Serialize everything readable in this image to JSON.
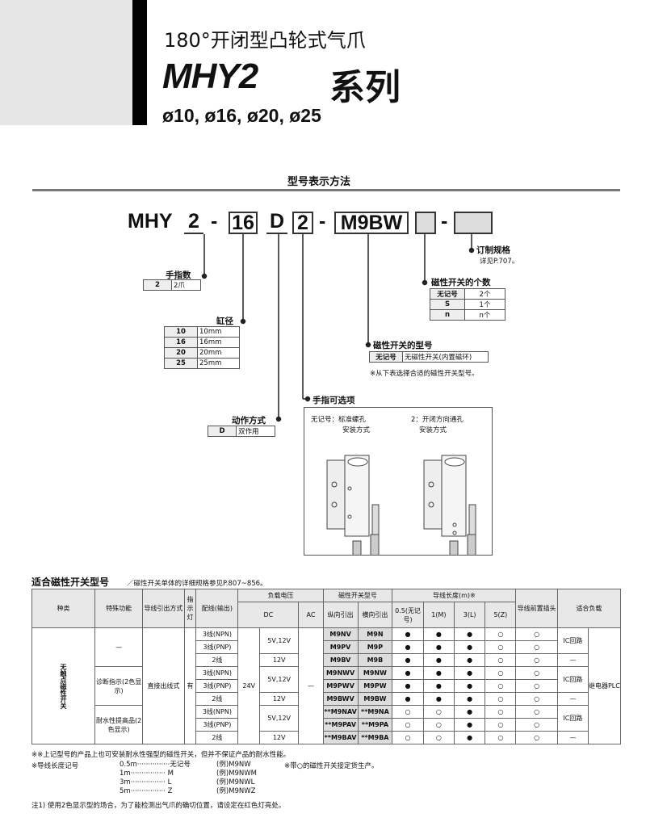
{
  "header": {
    "line1": "180°开闭型凸轮式气爪",
    "series_code": "MHY2",
    "series_word": "系列",
    "sizes": "ø10, ø16, ø20, ø25"
  },
  "section_title": "型号表示方法",
  "model_code": {
    "p1": "MHY",
    "p2": "2",
    "d1": "-",
    "p3": "16",
    "p4": "D",
    "p5": "2",
    "d2": "-",
    "p6": "M9BW",
    "d3": "-"
  },
  "custom": {
    "label": "订制规格",
    "ref": "详见P.707。"
  },
  "fingers": {
    "label": "手指数",
    "rows": [
      [
        "2",
        "2爪"
      ]
    ]
  },
  "bore": {
    "label": "缸径",
    "rows": [
      [
        "10",
        "10mm"
      ],
      [
        "16",
        "16mm"
      ],
      [
        "20",
        "20mm"
      ],
      [
        "25",
        "25mm"
      ]
    ]
  },
  "action": {
    "label": "动作方式",
    "rows": [
      [
        "D",
        "双作用"
      ]
    ]
  },
  "sw_count": {
    "label": "磁性开关的个数",
    "rows": [
      [
        "无记号",
        "2个"
      ],
      [
        "S",
        "1个"
      ],
      [
        "n",
        "n个"
      ]
    ]
  },
  "sw_type": {
    "label": "磁性开关的型号",
    "rows": [
      [
        "无记号",
        "无磁性开关(内置磁环)"
      ]
    ],
    "note": "※从下表选择合适的磁性开关型号。"
  },
  "finger_opt": {
    "label": "手指可选项",
    "opt1": "无记号：标准螺孔",
    "opt1b": "安装方式",
    "opt2": "2：开闭方向通孔",
    "opt2b": "安装方式"
  },
  "table_title": "适合磁性开关型号",
  "table_sub": "／磁性开关单体的详细规格参见P.807~856。",
  "table": {
    "h": {
      "kind": "种类",
      "func": "特殊功能",
      "wire": "导线引出方式",
      "ind": "指示灯",
      "wiring": "配线(输出)",
      "volt": "负载电压",
      "dc": "DC",
      "ac": "AC",
      "model": "磁性开关型号",
      "v": "纵向引出",
      "hz": "横向引出",
      "len": "导线长度(m)※",
      "l05": "0.5(无记号)",
      "l1": "1(M)",
      "l3": "3(L)",
      "l5": "5(Z)",
      "pre": "导线前置插头",
      "load": "适合负载"
    },
    "kind": "无触点磁性开关",
    "wire": "直接出线式",
    "ind": "有",
    "v24": "24V",
    "ac": "—",
    "relay": "继电器PLC",
    "funcs": [
      "—",
      "诊断指示(2色显示)",
      "耐水性提高品(2色显示)"
    ],
    "rows": [
      [
        "3线(NPN)",
        "5V,12V",
        "M9NV",
        "M9N",
        "●",
        "●",
        "●",
        "○",
        "○",
        "IC回路"
      ],
      [
        "3线(PNP)",
        "",
        "M9PV",
        "M9P",
        "●",
        "●",
        "●",
        "○",
        "○",
        ""
      ],
      [
        "2线",
        "12V",
        "M9BV",
        "M9B",
        "●",
        "●",
        "●",
        "○",
        "○",
        "—"
      ],
      [
        "3线(NPN)",
        "5V,12V",
        "M9NWV",
        "M9NW",
        "●",
        "●",
        "●",
        "○",
        "○",
        "IC回路"
      ],
      [
        "3线(PNP)",
        "",
        "M9PWV",
        "M9PW",
        "●",
        "●",
        "●",
        "○",
        "○",
        ""
      ],
      [
        "2线",
        "12V",
        "M9BWV",
        "M9BW",
        "●",
        "●",
        "●",
        "○",
        "○",
        "—"
      ],
      [
        "3线(NPN)",
        "5V,12V",
        "**M9NAV",
        "**M9NA",
        "○",
        "○",
        "●",
        "○",
        "○",
        "IC回路"
      ],
      [
        "3线(PNP)",
        "",
        "**M9PAV",
        "**M9PA",
        "○",
        "○",
        "●",
        "○",
        "○",
        ""
      ],
      [
        "2线",
        "12V",
        "**M9BAV",
        "**M9BA",
        "○",
        "○",
        "●",
        "○",
        "○",
        "—"
      ]
    ]
  },
  "notes": {
    "n1": "※※上记型号的产品上也可安装耐水性强型的磁性开关，但并不保证产品的耐水性能。",
    "n2": "※导线长度记号",
    "len": [
      "0.5m···············无记号",
      "1m················ M",
      "3m················ L",
      "5m················ Z"
    ],
    "ex": [
      "(例)M9NW",
      "(例)M9NWM",
      "(例)M9NWL",
      "(例)M9NWZ"
    ],
    "n3": "※带○的磁性开关接定货生产。",
    "n4": "注1) 使用2色显示型的场合，为了能检测出气爪的确切位置，请设定在红色灯亮处。"
  }
}
